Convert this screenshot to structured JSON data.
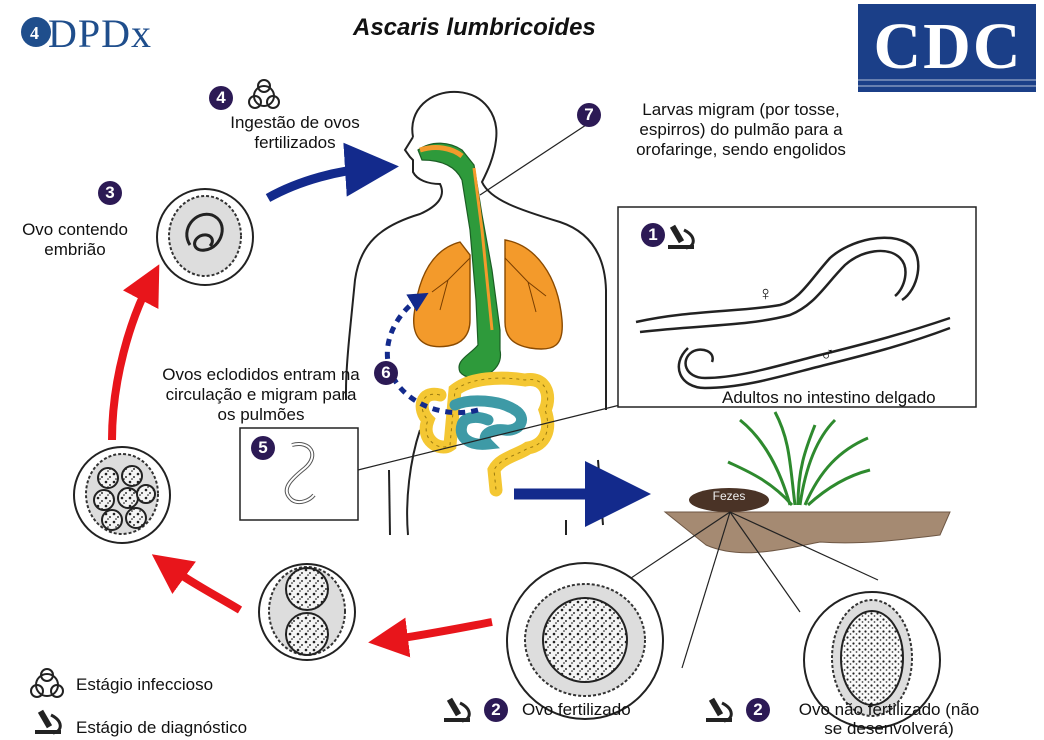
{
  "header": {
    "title": "Ascaris lumbricoides",
    "logo_left": "DPDx",
    "logo_right": "CDC"
  },
  "colors": {
    "navy_step": "#2c1a55",
    "blue_arrow": "#132a8c",
    "red_arrow": "#e8151b",
    "lungs": "#f39a2b",
    "gut_green": "#2e9a3b",
    "small_intestine": "#3e9aa6",
    "large_intestine": "#f4c733",
    "cdc_blue": "#1b3f88"
  },
  "steps": [
    {
      "number": "1",
      "text": "Adultos no intestino delgado",
      "symbols": [
        "♀",
        "♂"
      ]
    },
    {
      "number": "2",
      "text": "Ovo fertilizado"
    },
    {
      "number": "2",
      "text_line1": "Ovo não fertilizado (não",
      "text_line2": "se desenvolverá)"
    },
    {
      "number": "3",
      "text_line1": "Ovo contendo",
      "text_line2": "embrião"
    },
    {
      "number": "4",
      "text_line1": "Ingestão de ovos",
      "text_line2": "fertilizados"
    },
    {
      "number": "5"
    },
    {
      "number": "6",
      "text_line1": "Ovos eclodidos entram na",
      "text_line2": "circulação e migram para",
      "text_line3": "os pulmões"
    },
    {
      "number": "7",
      "text_line1": "Larvas migram (por tosse,",
      "text_line2": "espirros) do pulmão para a",
      "text_line3": "orofaringe, sendo engolidos"
    }
  ],
  "soil_label": "Fezes",
  "legend": {
    "infective": "Estágio infeccioso",
    "diagnostic": "Estágio de diagnóstico"
  }
}
